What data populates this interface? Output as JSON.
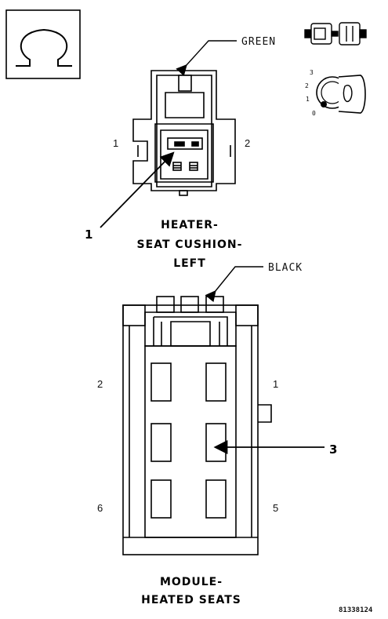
{
  "top_connector": {
    "color_label": "GREEN",
    "pin_left": "1",
    "pin_right": "2",
    "callout": "1",
    "title_lines": [
      "HEATER-",
      "SEAT CUSHION-",
      "LEFT"
    ]
  },
  "bottom_connector": {
    "color_label": "BLACK",
    "pin_top_left": "2",
    "pin_top_right": "1",
    "pin_bottom_left": "6",
    "pin_bottom_right": "5",
    "callout": "3",
    "title_lines": [
      "MODULE-",
      "HEATED SEATS"
    ]
  },
  "key_icon": {
    "positions": [
      "3",
      "2",
      "1",
      "0"
    ]
  },
  "figure_id": "81338124",
  "icons": {
    "ohm": "ohm-symbol-icon",
    "connector": "connector-pair-icon",
    "ignition": "ignition-key-icon"
  }
}
